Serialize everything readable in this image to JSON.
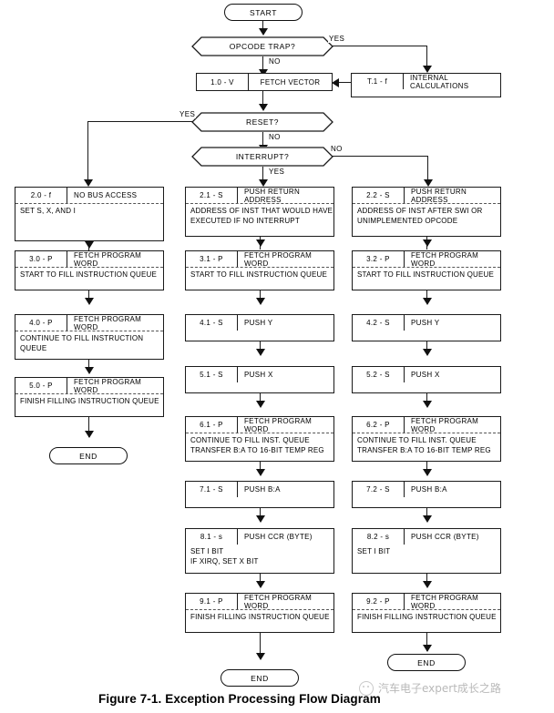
{
  "figure": {
    "caption": "Figure 7-1. Exception Processing Flow Diagram",
    "watermark": "汽车电子expert成长之路"
  },
  "nodes": {
    "start": {
      "label": "START"
    },
    "opcode_trap": {
      "label": "OPCODE TRAP?"
    },
    "opcode_trap_yes": {
      "label": "YES"
    },
    "opcode_trap_no": {
      "label": "NO"
    },
    "internal_calc": {
      "code": "T.1 - f",
      "title": "INTERNAL CALCULATIONS",
      "body": []
    },
    "fetch_vector": {
      "code": "1.0 - V",
      "title": "FETCH VECTOR",
      "body": []
    },
    "reset": {
      "label": "RESET?"
    },
    "reset_yes": {
      "label": "YES"
    },
    "reset_no": {
      "label": "NO"
    },
    "interrupt": {
      "label": "INTERRUPT?"
    },
    "interrupt_no": {
      "label": "NO"
    },
    "interrupt_yes": {
      "label": "YES"
    },
    "n20f": {
      "code": "2.0 - f",
      "title": "NO BUS ACCESS",
      "body": [
        "SET S, X, AND I"
      ]
    },
    "n30p": {
      "code": "3.0 - P",
      "title": "FETCH PROGRAM WORD",
      "body": [
        "START TO FILL INSTRUCTION QUEUE"
      ]
    },
    "n40p": {
      "code": "4.0 - P",
      "title": "FETCH PROGRAM WORD",
      "body": [
        "CONTINUE TO FILL INSTRUCTION",
        "QUEUE"
      ]
    },
    "n50p": {
      "code": "5.0 - P",
      "title": "FETCH PROGRAM WORD",
      "body": [
        "FINISH FILLING INSTRUCTION QUEUE"
      ]
    },
    "end_left": {
      "label": "END"
    },
    "n21s": {
      "code": "2.1 - S",
      "title": "PUSH RETURN ADDRESS",
      "body": [
        "ADDRESS OF INST THAT WOULD HAVE",
        "EXECUTED IF NO INTERRUPT"
      ]
    },
    "n31p": {
      "code": "3.1 - P",
      "title": "FETCH PROGRAM WORD",
      "body": [
        "START TO FILL INSTRUCTION QUEUE"
      ]
    },
    "n41s": {
      "code": "4.1 - S",
      "title": "PUSH Y",
      "body": []
    },
    "n51s": {
      "code": "5.1 - S",
      "title": "PUSH X",
      "body": []
    },
    "n61p": {
      "code": "6.1 - P",
      "title": "FETCH PROGRAM WORD",
      "body": [
        "CONTINUE TO FILL INST. QUEUE",
        "TRANSFER B:A TO 16-BIT TEMP REG"
      ]
    },
    "n71s": {
      "code": "7.1 - S",
      "title": "PUSH B:A",
      "body": []
    },
    "n81s": {
      "code": "8.1 - s",
      "title": "PUSH CCR (BYTE)",
      "body": [
        "SET I BIT",
        "IF  XIRQ, SET X BIT"
      ]
    },
    "n91p": {
      "code": "9.1 - P",
      "title": "FETCH PROGRAM WORD",
      "body": [
        "FINISH FILLING INSTRUCTION QUEUE"
      ]
    },
    "end_mid": {
      "label": "END"
    },
    "n22s": {
      "code": "2.2 - S",
      "title": "PUSH RETURN ADDRESS",
      "body": [
        "ADDRESS OF INST AFTER SWI OR",
        "UNIMPLEMENTED OPCODE"
      ]
    },
    "n32p": {
      "code": "3.2 - P",
      "title": "FETCH PROGRAM WORD",
      "body": [
        "START TO FILL INSTRUCTION QUEUE"
      ]
    },
    "n42s": {
      "code": "4.2 - S",
      "title": "PUSH Y",
      "body": []
    },
    "n52s": {
      "code": "5.2 - S",
      "title": "PUSH X",
      "body": []
    },
    "n62p": {
      "code": "6.2 - P",
      "title": "FETCH PROGRAM WORD",
      "body": [
        "CONTINUE TO FILL INST. QUEUE",
        "TRANSFER B:A TO 16-BIT TEMP REG"
      ]
    },
    "n72s": {
      "code": "7.2 - S",
      "title": "PUSH B:A",
      "body": []
    },
    "n82s": {
      "code": "8.2 - s",
      "title": "PUSH CCR (BYTE)",
      "body": [
        "SET I BIT"
      ]
    },
    "n92p": {
      "code": "9.2  - P",
      "title": "FETCH PROGRAM WORD",
      "body": [
        "FINISH FILLING INSTRUCTION QUEUE"
      ]
    },
    "end_right": {
      "label": "END"
    }
  },
  "colors": {
    "stroke": "#1a1a1a",
    "background": "#ffffff",
    "dashed_divider": "#555555",
    "watermark": "#b9b9b9"
  }
}
